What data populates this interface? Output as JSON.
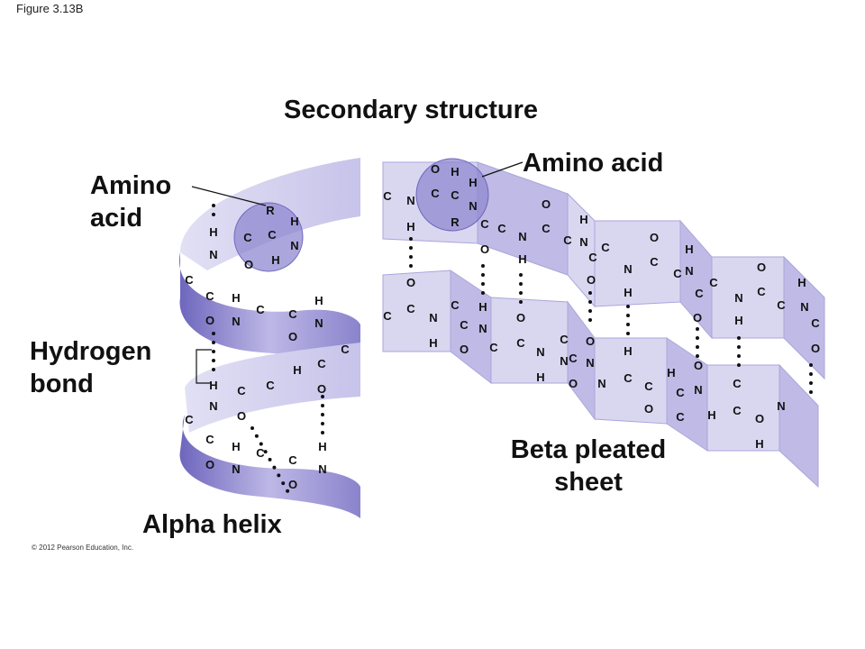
{
  "figure_label": "Figure 3.13B",
  "title": "Secondary structure",
  "labels": {
    "amino_acid_left": "Amino acid",
    "amino_acid_right": "Amino acid",
    "hydrogen_bond": "Hydrogen bond",
    "alpha_helix": "Alpha helix",
    "beta_sheet": "Beta pleated sheet"
  },
  "copyright": "© 2012 Pearson Education, Inc.",
  "helix_atoms": [
    "H",
    "N",
    "C",
    "C",
    "O",
    "H",
    "N",
    "C",
    "C",
    "O",
    "H",
    "N",
    "C",
    "C",
    "O",
    "H",
    "C",
    "C",
    "O",
    "H",
    "N",
    "C",
    "C",
    "O",
    "H",
    "N",
    "C",
    "C",
    "O",
    "N",
    "H",
    "R",
    "C",
    "H",
    "N",
    "O",
    "H",
    "C"
  ],
  "sheet_atoms": [
    "C",
    "N",
    "H",
    "O",
    "C",
    "H",
    "C",
    "H",
    "N",
    "R",
    "C",
    "O",
    "C",
    "N",
    "H",
    "O",
    "C",
    "C",
    "N",
    "H",
    "C",
    "O",
    "C",
    "N",
    "H",
    "O",
    "C",
    "C",
    "H",
    "N",
    "O",
    "C",
    "C",
    "N",
    "H",
    "O",
    "C",
    "C",
    "H",
    "N",
    "C",
    "O",
    "C",
    "O",
    "C",
    "N",
    "H",
    "C",
    "C",
    "O",
    "N",
    "H",
    "C",
    "C",
    "O",
    "N",
    "H",
    "C",
    "N",
    "O",
    "C",
    "O",
    "N",
    "H",
    "C",
    "C",
    "O",
    "N",
    "H",
    "C",
    "C",
    "O",
    "N",
    "H",
    "C",
    "C",
    "O",
    "H",
    "N"
  ],
  "colors": {
    "ribbon_light": "#c9c6ea",
    "ribbon_dark": "#7f78c6",
    "sheet_panel": "#d9d7f0",
    "sheet_edge": "#9b96d4",
    "circle": "#8f88d0"
  }
}
